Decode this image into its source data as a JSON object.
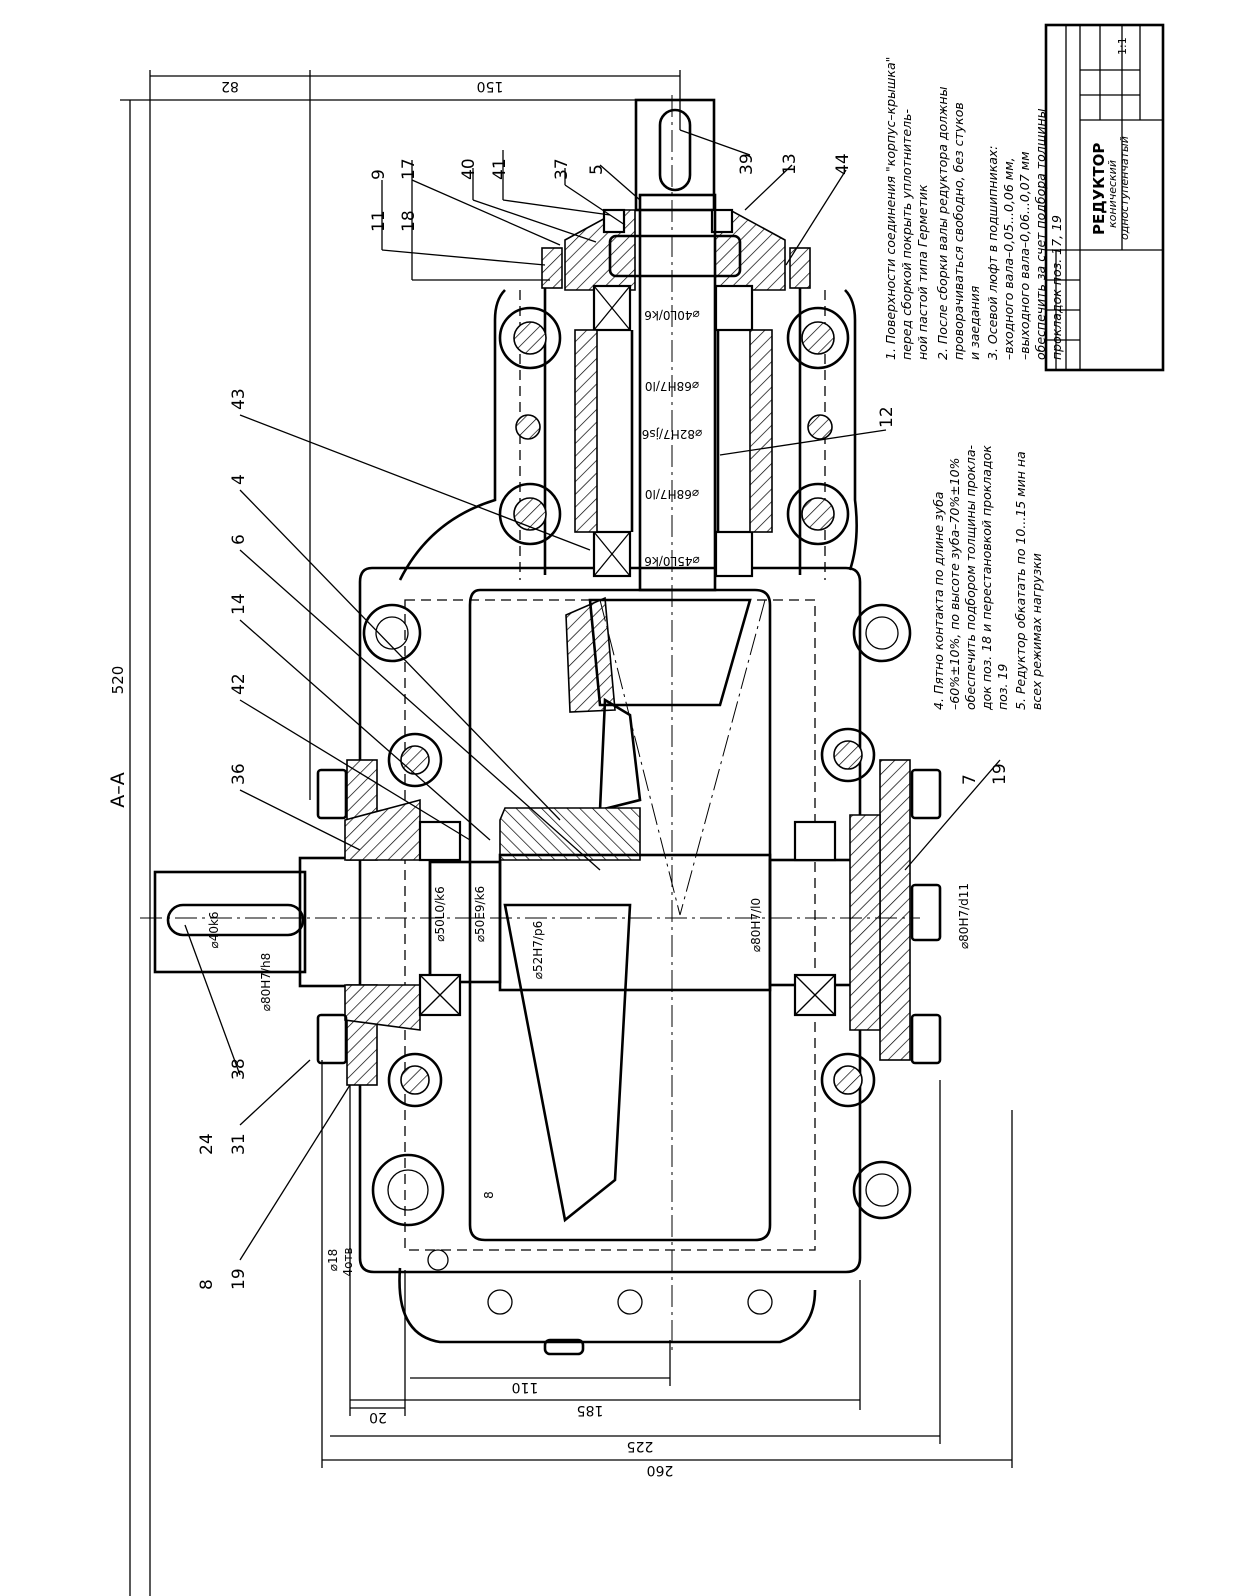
{
  "section_label": "А–А",
  "dimensions": {
    "overall_length": "520",
    "top_150": "150",
    "top_82": "82",
    "bottom_110": "110",
    "bottom_20": "20",
    "bottom_185": "185",
    "bottom_225": "225",
    "bottom_260": "260",
    "hole_dim": "⌀18",
    "hole_count": "4отв",
    "gap_8": "8"
  },
  "fits": [
    "⌀40L0/k6",
    "⌀68H7/l0",
    "⌀82H7/js6",
    "⌀68H7/l0",
    "⌀45L0/k6",
    "⌀40k6",
    "⌀80H7/h8",
    "⌀50L0/k6",
    "⌀50E9/k6",
    "⌀52H7/p6",
    "⌀80H7/l0",
    "⌀80H7/d11"
  ],
  "callouts_top": [
    "11",
    "18",
    "17",
    "9",
    "40",
    "41",
    "37",
    "5",
    "39",
    "13",
    "44"
  ],
  "callouts_left": [
    "43",
    "4",
    "6",
    "14",
    "42",
    "36",
    "38",
    "24",
    "31",
    "8",
    "19"
  ],
  "callouts_right": [
    "12",
    "7",
    "19"
  ],
  "notes": [
    "1. Поверхности соединения \"корпус–крышка\"",
    "перед сборкой покрыть уплотнитель-",
    "ной пастой типа Герметик",
    "2. После сборки валы редуктора должны",
    "проворачиваться свободно, без стуков",
    "и заедания",
    "3. Осевой люфт в подшипниках:",
    "–входного вала–0,05...0,06 мм,",
    "–выходного вала–0,06...0,07 мм",
    "обеспечить за счет подбора толщины",
    "прокладок поз. 17, 19",
    "4. Пятно контакта по длине зуба",
    "–60%±10%, по высоте зуба–70%±10%",
    "обеспечить подбором толщины прокла-",
    "док поз. 18 и перестановкой прокладок",
    "поз. 19",
    "5. Редуктор обкатать по 10...15 мин на",
    "всех режимах нагрузки"
  ],
  "title_block": {
    "title": "РЕДУКТОР",
    "subtitle1": "конический",
    "subtitle2": "одноступенчатый",
    "scale": "1:1"
  }
}
